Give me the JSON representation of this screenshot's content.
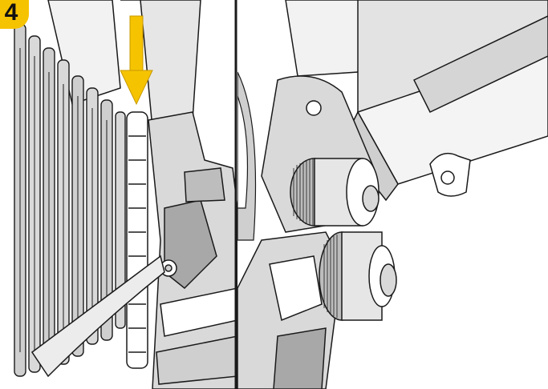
{
  "step": {
    "number": "4"
  },
  "colors": {
    "badge": "#f6c300",
    "arrow": "#f6c300",
    "line": "#1a1a1a",
    "fill_light": "#ffffff",
    "fill_mid": "#d9d9d9",
    "fill_dark": "#a8a8a8"
  },
  "icons": {
    "left_panel": "cassette-derailleur-illustration",
    "right_panel": "axle-dropout-illustration",
    "pointer": "down-arrow-icon"
  }
}
